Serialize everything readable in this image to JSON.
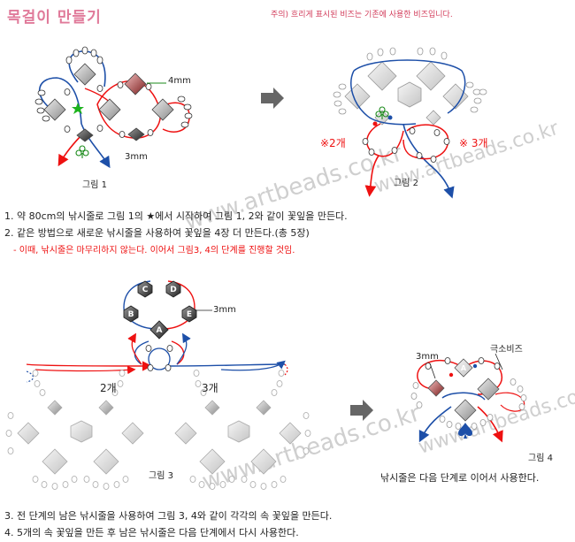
{
  "title": "목걸이 만들기",
  "note": "주의) 흐리게 표시된 비즈는 기존에 사용한 비즈입니다.",
  "fig1": {
    "label": "그림 1",
    "bead_4mm": "4mm",
    "bead_3mm": "3mm"
  },
  "fig2": {
    "label": "그림 2",
    "count_left": "※2개",
    "count_right": "※ 3개"
  },
  "steps_top": {
    "s1": "1. 약 80cm의 낚시줄로 그림 1의 ★에서 시작하여 그림 1, 2와 같이 꽃잎을 만든다.",
    "s2": "2. 같은 방법으로 새로운 낚시줄을 사용하여 꽃잎을 4장 더 만든다.(총 5장)",
    "s2_note": "- 이때, 낚시줄은 마무리하지 않는다. 이어서 그림3, 4의 단계를 진행할 것임."
  },
  "fig3": {
    "label": "그림 3",
    "bead_3mm": "3mm",
    "bead_letters": [
      "A",
      "B",
      "C",
      "D",
      "E"
    ],
    "count_left": "2개",
    "count_right": "3개"
  },
  "fig4": {
    "label": "그림 4",
    "bead_3mm": "3mm",
    "seed_bead": "극소비즈",
    "bead_letter": "A",
    "caption": "낚시줄은 다음 단계로 이어서 사용한다."
  },
  "steps_bottom": {
    "s3": "3. 전 단계의 남은 낚시줄을 사용하여 그림 3, 4와 같이 각각의 속 꽃잎을 만든다.",
    "s4": "4. 5개의 속 꽃잎을 만든 후 남은 낚시줄은 다음 단계에서 다시 사용한다."
  },
  "watermark": [
    "www.artbeads.co.kr",
    "www.artbeads.co.kr",
    "www.artbeads.co.kr",
    "www.artbeads.co.kr"
  ],
  "colors": {
    "red_thread": "#e11",
    "blue_thread": "#1d4fa8",
    "title": "#e07a9a"
  }
}
